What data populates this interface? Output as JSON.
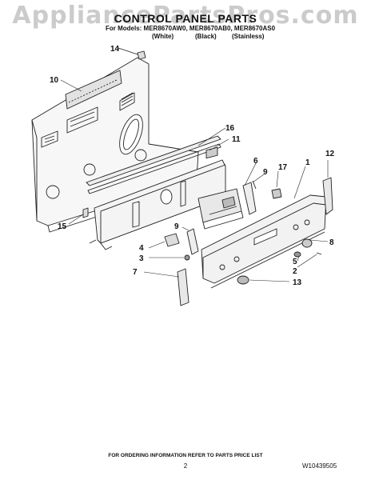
{
  "watermark": "AppliancePartsPros.com",
  "title": "CONTROL PANEL PARTS",
  "models_line": "For Models: MER8670AW0, MER8670AB0, MER8670AS0",
  "variants": [
    "(White)",
    "(Black)",
    "(Stainless)"
  ],
  "callouts": [
    {
      "id": "14",
      "label": "14"
    },
    {
      "id": "10",
      "label": "10"
    },
    {
      "id": "16",
      "label": "16"
    },
    {
      "id": "11",
      "label": "11"
    },
    {
      "id": "6",
      "label": "6"
    },
    {
      "id": "9a",
      "label": "9"
    },
    {
      "id": "17",
      "label": "17"
    },
    {
      "id": "1",
      "label": "1"
    },
    {
      "id": "12",
      "label": "12"
    },
    {
      "id": "15",
      "label": "15"
    },
    {
      "id": "9b",
      "label": "9"
    },
    {
      "id": "8",
      "label": "8"
    },
    {
      "id": "4",
      "label": "4"
    },
    {
      "id": "3",
      "label": "3"
    },
    {
      "id": "7",
      "label": "7"
    },
    {
      "id": "5",
      "label": "5"
    },
    {
      "id": "2",
      "label": "2"
    },
    {
      "id": "13",
      "label": "13"
    }
  ],
  "footer": "FOR ORDERING INFORMATION REFER TO PARTS PRICE LIST",
  "page_number": "2",
  "document_id": "W10439505",
  "colors": {
    "line": "#222222",
    "panel_fill": "#f4f4f4",
    "watermark": "#a0a0a0"
  }
}
